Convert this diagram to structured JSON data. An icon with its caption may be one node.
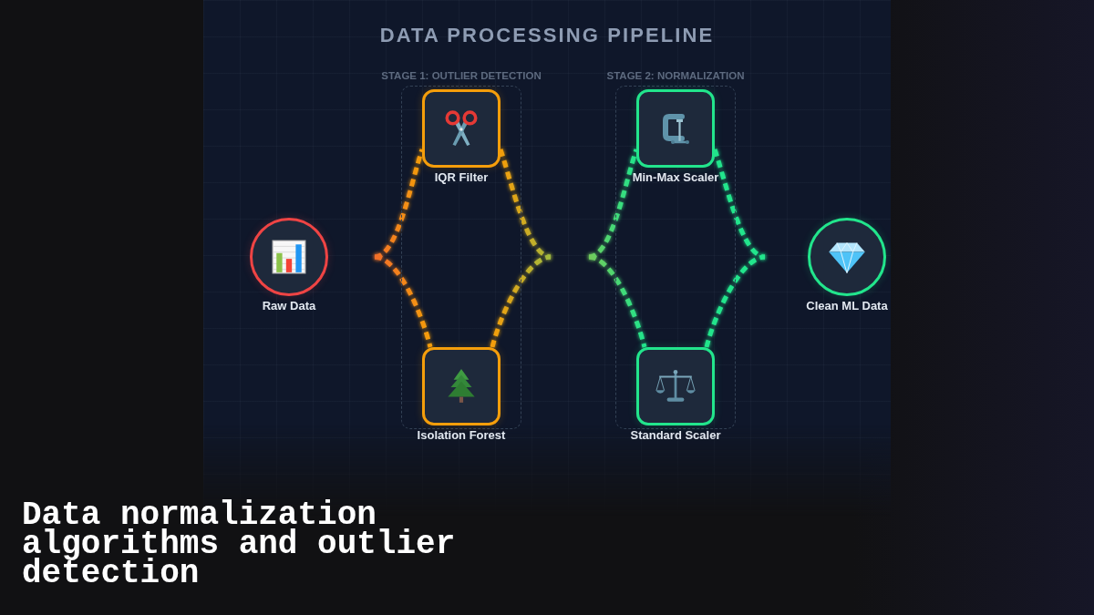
{
  "diagram": {
    "title": "DATA PROCESSING PIPELINE",
    "caption": "Data normalization algorithms and outlier detection",
    "nodes": [
      {
        "text": [
          "Raw Data"
        ]
      },
      {
        "text": [
          "STAGE 1: OUTLIER DETECTION"
        ]
      },
      {
        "text": [
          "IQR Filter"
        ],
        "in": 1
      },
      {
        "text": [
          "Isolation Forest"
        ],
        "in": 1
      },
      {
        "text": [
          "STAGE 2: NORMALIZATION"
        ]
      },
      {
        "text": [
          "Min-Max Scaler"
        ],
        "in": 4
      },
      {
        "text": [
          "Standard Scaler"
        ],
        "in": 4
      },
      {
        "text": [
          "Clean ML Data"
        ]
      }
    ],
    "edges": [
      {
        "from": 0,
        "to": 2,
        "arrow": "none",
        "style": "dashed"
      },
      {
        "from": 0,
        "to": 3,
        "arrow": "none",
        "style": "dashed"
      },
      {
        "from": 2,
        "to": 5,
        "arrow": "none",
        "style": "dashed"
      },
      {
        "from": 2,
        "to": 6,
        "arrow": "none",
        "style": "dashed"
      },
      {
        "from": 3,
        "to": 5,
        "arrow": "none",
        "style": "dashed"
      },
      {
        "from": 3,
        "to": 6,
        "arrow": "none",
        "style": "dashed"
      },
      {
        "from": 5,
        "to": 7,
        "arrow": "none",
        "style": "dashed"
      },
      {
        "from": 6,
        "to": 7,
        "arrow": "none",
        "style": "dashed"
      }
    ]
  }
}
